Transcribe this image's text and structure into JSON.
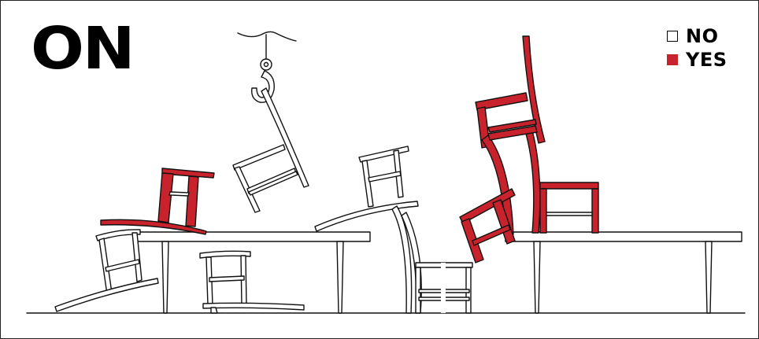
{
  "title": "ON",
  "legend": {
    "items": [
      {
        "label": "NO",
        "swatch": "empty-square",
        "color": "#ffffff"
      },
      {
        "label": "YES",
        "swatch": "filled-square",
        "color": "#c8232c"
      }
    ]
  },
  "colors": {
    "accent_red": "#c8232c",
    "outline": "#111111",
    "background": "#ffffff"
  }
}
